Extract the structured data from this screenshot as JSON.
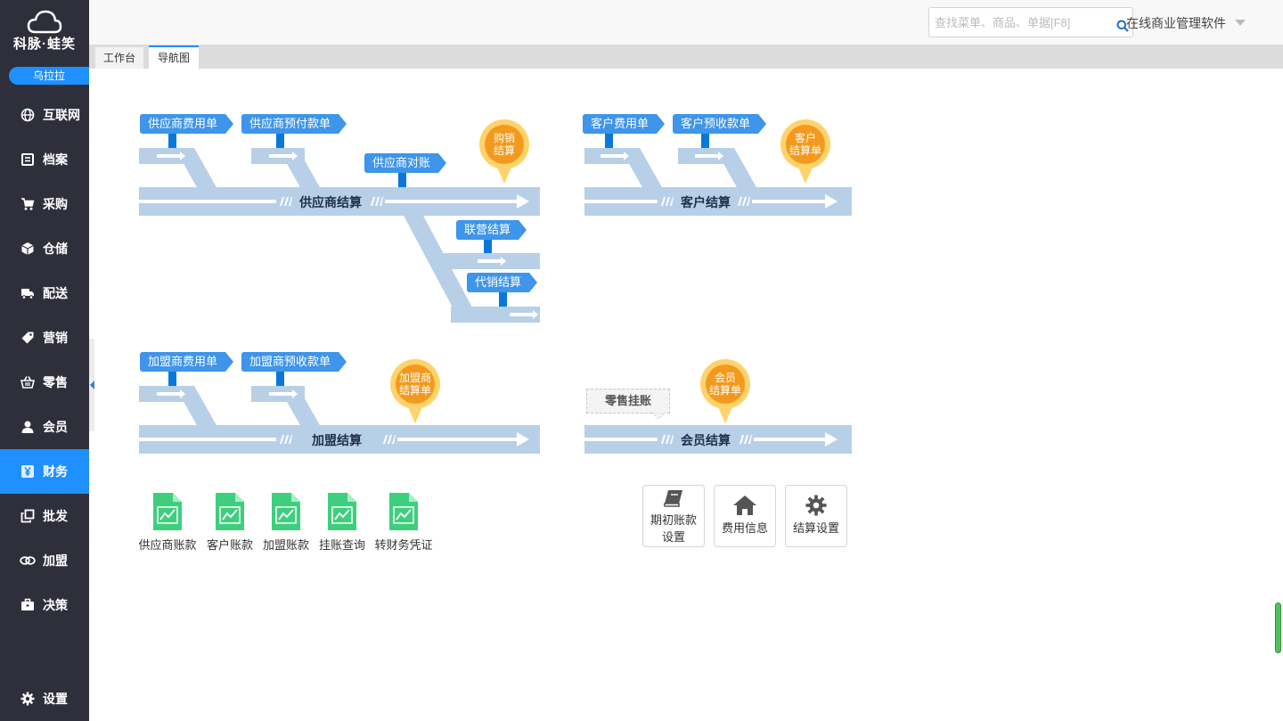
{
  "app": {
    "brand": "科脉·蛙笑",
    "user": "乌拉拉",
    "title": "在线商业管理软件"
  },
  "sidebar": {
    "items": [
      {
        "label": "互联网",
        "icon": "globe-icon",
        "active": false
      },
      {
        "label": "档案",
        "icon": "archive-icon",
        "active": false
      },
      {
        "label": "采购",
        "icon": "cart-icon",
        "active": false
      },
      {
        "label": "仓储",
        "icon": "box-icon",
        "active": false
      },
      {
        "label": "配送",
        "icon": "truck-icon",
        "active": false
      },
      {
        "label": "营销",
        "icon": "tag-icon",
        "active": false
      },
      {
        "label": "零售",
        "icon": "basket-icon",
        "active": false
      },
      {
        "label": "会员",
        "icon": "user-icon",
        "active": false
      },
      {
        "label": "财务",
        "icon": "yen-icon",
        "active": true
      },
      {
        "label": "批发",
        "icon": "copy-icon",
        "active": false
      },
      {
        "label": "加盟",
        "icon": "link-icon",
        "active": false
      },
      {
        "label": "决策",
        "icon": "briefcase-icon",
        "active": false
      }
    ],
    "settings": {
      "label": "设置",
      "icon": "gear-icon"
    }
  },
  "search": {
    "placeholder": "查找菜单、商品、单据[F8]",
    "value": ""
  },
  "tabs": [
    {
      "label": "工作台",
      "active": false
    },
    {
      "label": "导航图",
      "active": true
    }
  ],
  "diagram": {
    "supplier": {
      "lane_title": "供应商结算",
      "tags": [
        "供应商费用单",
        "供应商预付款单",
        "供应商对账",
        "联营结算",
        "代销结算"
      ],
      "pin": "购销\n结算"
    },
    "customer": {
      "lane_title": "客户结算",
      "tags": [
        "客户费用单",
        "客户预收款单"
      ],
      "pin": "客户\n结算单"
    },
    "franchise": {
      "lane_title": "加盟结算",
      "tags": [
        "加盟商费用单",
        "加盟商预收款单"
      ],
      "pin": "加盟商\n结算单"
    },
    "member": {
      "lane_title": "会员结算",
      "note": "零售挂账",
      "pin": "会员\n结算单"
    }
  },
  "reports": [
    "供应商账款",
    "客户账款",
    "加盟账款",
    "挂账查询",
    "转财务凭证"
  ],
  "tools": [
    {
      "label": "期初账款\n设置",
      "icon": "book-icon"
    },
    {
      "label": "费用信息",
      "icon": "home-icon"
    },
    {
      "label": "结算设置",
      "icon": "gear-icon"
    }
  ],
  "colors": {
    "sidebar_bg": "#2f2f3c",
    "accent": "#1e90ff",
    "lane": "#b8cfe8",
    "tag": "#3e95ea",
    "pin_inner": "#f39a1e",
    "pin_outer": "#ffd36b",
    "report_icon": "#3ecf7e"
  }
}
